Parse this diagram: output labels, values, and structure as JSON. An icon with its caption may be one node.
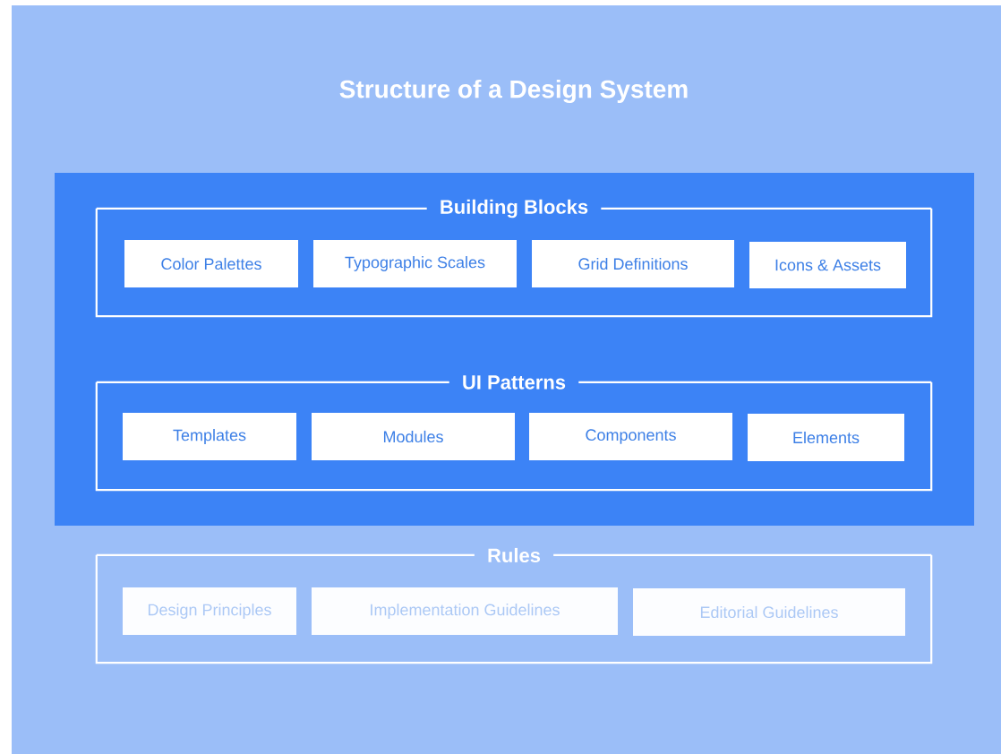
{
  "diagram": {
    "title": "Structure of a Design System",
    "nodes": [
      {
        "text": [
          "Building Blocks"
        ]
      },
      {
        "text": [
          "Color Palettes"
        ],
        "in": 0
      },
      {
        "text": [
          "Typographic Scales"
        ],
        "in": 0
      },
      {
        "text": [
          "Grid Definitions"
        ],
        "in": 0
      },
      {
        "text": [
          "Icons & Assets"
        ],
        "in": 0
      },
      {
        "text": [
          "UI Patterns"
        ]
      },
      {
        "text": [
          "Templates"
        ],
        "in": 5
      },
      {
        "text": [
          "Modules"
        ],
        "in": 5
      },
      {
        "text": [
          "Components"
        ],
        "in": 5
      },
      {
        "text": [
          "Elements"
        ],
        "in": 5
      },
      {
        "text": [
          "Rules"
        ]
      },
      {
        "text": [
          "Design Principles"
        ],
        "in": 10
      },
      {
        "text": [
          "Implementation Guidelines"
        ],
        "in": 10
      },
      {
        "text": [
          "Editorial Guidelines"
        ],
        "in": 10
      }
    ]
  }
}
